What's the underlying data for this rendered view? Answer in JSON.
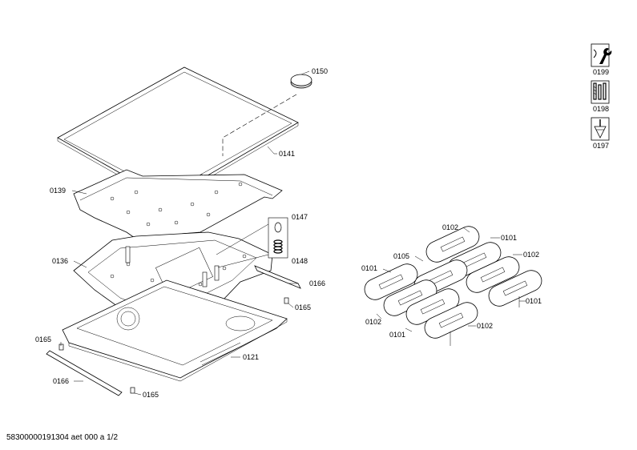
{
  "labels": {
    "l0150": "0150",
    "l0141": "0141",
    "l0139": "0139",
    "l0147": "0147",
    "l0148": "0148",
    "l0136": "0136",
    "l0166a": "0166",
    "l0165a": "0165",
    "l0165b": "0165",
    "l0121": "0121",
    "l0166b": "0166",
    "l0165c": "0165",
    "l0102a": "0102",
    "l0101a": "0101",
    "l0105": "0105",
    "l0102b": "0102",
    "l0101b": "0101",
    "l0101c": "0101",
    "l0102c": "0102",
    "l0101d": "0101",
    "l0102d": "0102"
  },
  "legend": {
    "l0199": "0199",
    "l0198": "0198",
    "l0197": "0197"
  },
  "icons": [
    "wrench-icon",
    "tools-icon",
    "screwdriver-icon"
  ],
  "footer": "58300000191304 aet 000 a 1/2"
}
